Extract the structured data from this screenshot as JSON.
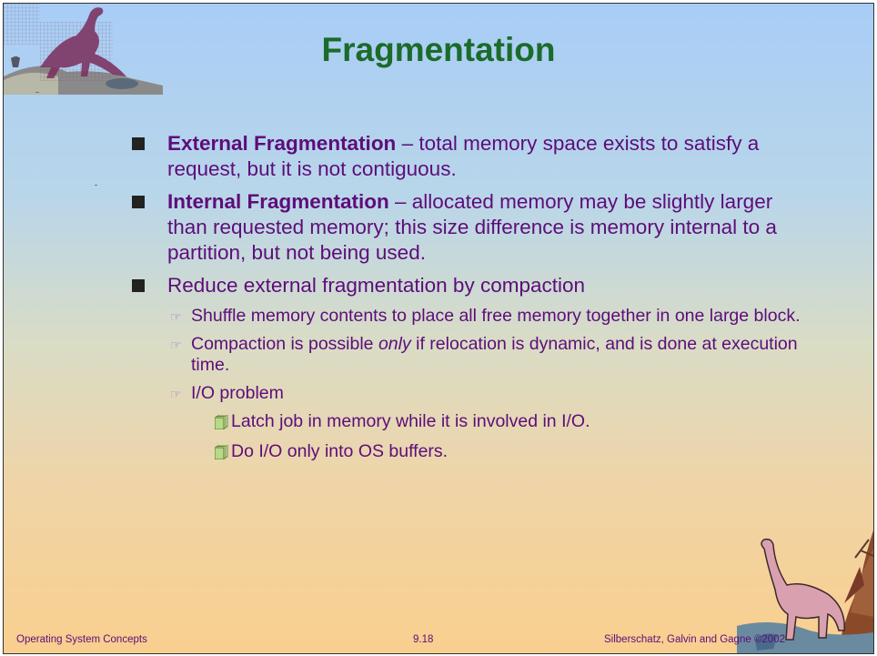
{
  "slide": {
    "title": "Fragmentation",
    "bullets": [
      {
        "bold": "External Fragmentation",
        "text": " – total memory space exists to satisfy a request, but it is not contiguous."
      },
      {
        "bold": "Internal Fragmentation",
        "text": " – allocated memory may be slightly larger than requested memory; this size difference is memory internal to a partition, but not being used."
      },
      {
        "bold": "",
        "text": "Reduce external fragmentation by compaction"
      }
    ],
    "sub_bullets": [
      {
        "text": "Shuffle memory contents to place all free memory together in one large block."
      },
      {
        "pre": "Compaction is possible ",
        "italic": "only",
        "post": " if relocation is dynamic, and is done at execution time."
      },
      {
        "text": "I/O problem"
      }
    ],
    "sub_sub_bullets": [
      "Latch job in memory while it is involved in I/O.",
      "Do I/O only into OS buffers."
    ],
    "icons": {
      "level1": "square-bullet-icon",
      "level2": "pointing-hand-icon",
      "level3": "document-stack-icon",
      "top_left": "dinosaur-walking-icon",
      "bottom_right": "dinosaur-long-neck-icon"
    }
  },
  "footer": {
    "left": "Operating System Concepts",
    "center": "9.18",
    "right": "Silberschatz, Galvin and  Gagne ©2002"
  },
  "colors": {
    "title": "#1b6b2a",
    "text": "#5d0d7a",
    "bg_top": "#a8cdf6",
    "bg_bottom": "#f9cf8f"
  }
}
